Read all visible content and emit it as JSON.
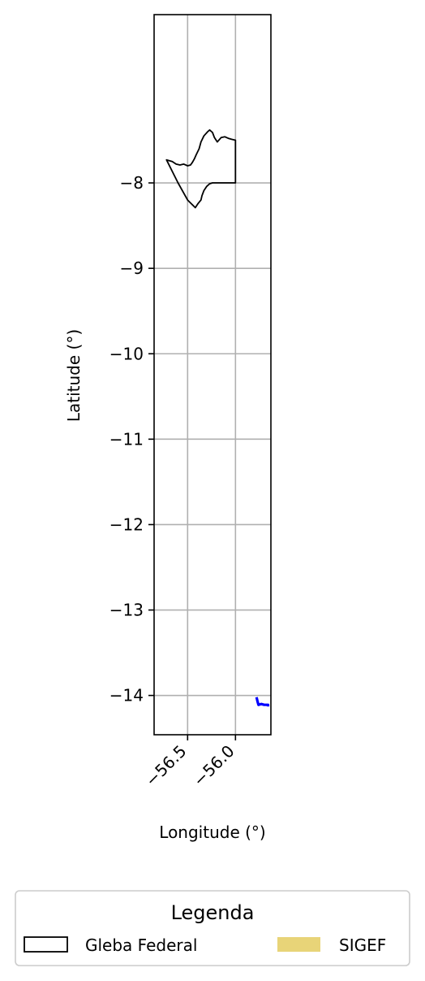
{
  "chart_data": {
    "type": "map",
    "xlabel": "Longitude (°)",
    "ylabel": "Latitude (°)",
    "xlim": [
      -56.85,
      -55.63
    ],
    "ylim": [
      -14.46,
      -6.03
    ],
    "xticks": [
      -56.5,
      -56.0
    ],
    "xtick_labels": [
      "−56.5",
      "−56.0"
    ],
    "yticks": [
      -8,
      -9,
      -10,
      -11,
      -12,
      -13,
      -14
    ],
    "ytick_labels": [
      "−8",
      "−9",
      "−10",
      "−11",
      "−12",
      "−13",
      "−14"
    ],
    "grid": true,
    "layers": [
      {
        "name": "Gleba Federal",
        "kind": "polygon",
        "stroke": "#000000",
        "fill": "none",
        "coords": [
          [
            -56.72,
            -7.73
          ],
          [
            -56.66,
            -7.75
          ],
          [
            -56.62,
            -7.78
          ],
          [
            -56.58,
            -7.79
          ],
          [
            -56.54,
            -7.78
          ],
          [
            -56.5,
            -7.8
          ],
          [
            -56.47,
            -7.79
          ],
          [
            -56.45,
            -7.76
          ],
          [
            -56.43,
            -7.72
          ],
          [
            -56.41,
            -7.67
          ],
          [
            -56.38,
            -7.6
          ],
          [
            -56.36,
            -7.52
          ],
          [
            -56.33,
            -7.45
          ],
          [
            -56.29,
            -7.4
          ],
          [
            -56.27,
            -7.38
          ],
          [
            -56.24,
            -7.41
          ],
          [
            -56.22,
            -7.47
          ],
          [
            -56.19,
            -7.52
          ],
          [
            -56.15,
            -7.47
          ],
          [
            -56.11,
            -7.46
          ],
          [
            -56.07,
            -7.48
          ],
          [
            -56.04,
            -7.49
          ],
          [
            -56.0,
            -7.5
          ],
          [
            -56.0,
            -8.0
          ],
          [
            -56.24,
            -8.0
          ],
          [
            -56.27,
            -8.01
          ],
          [
            -56.3,
            -8.04
          ],
          [
            -56.33,
            -8.09
          ],
          [
            -56.35,
            -8.15
          ],
          [
            -56.36,
            -8.2
          ],
          [
            -56.39,
            -8.24
          ],
          [
            -56.42,
            -8.29
          ],
          [
            -56.5,
            -8.2
          ],
          [
            -56.6,
            -8.0
          ],
          [
            -56.72,
            -7.73
          ]
        ]
      },
      {
        "name": "",
        "kind": "line",
        "stroke": "#0000ff",
        "fill": "none",
        "coords": [
          [
            -55.78,
            -14.02
          ],
          [
            -55.77,
            -14.07
          ],
          [
            -55.76,
            -14.11
          ],
          [
            -55.73,
            -14.1
          ],
          [
            -55.7,
            -14.11
          ],
          [
            -55.66,
            -14.11
          ],
          [
            -55.66,
            -14.13
          ]
        ]
      }
    ],
    "legend": {
      "title": "Legenda",
      "placement": "bottom",
      "entries": [
        {
          "label": "Gleba Federal",
          "swatch": "outline",
          "color": "#000000"
        },
        {
          "label": "SIGEF",
          "swatch": "fill",
          "color": "#e8d478"
        }
      ]
    }
  }
}
